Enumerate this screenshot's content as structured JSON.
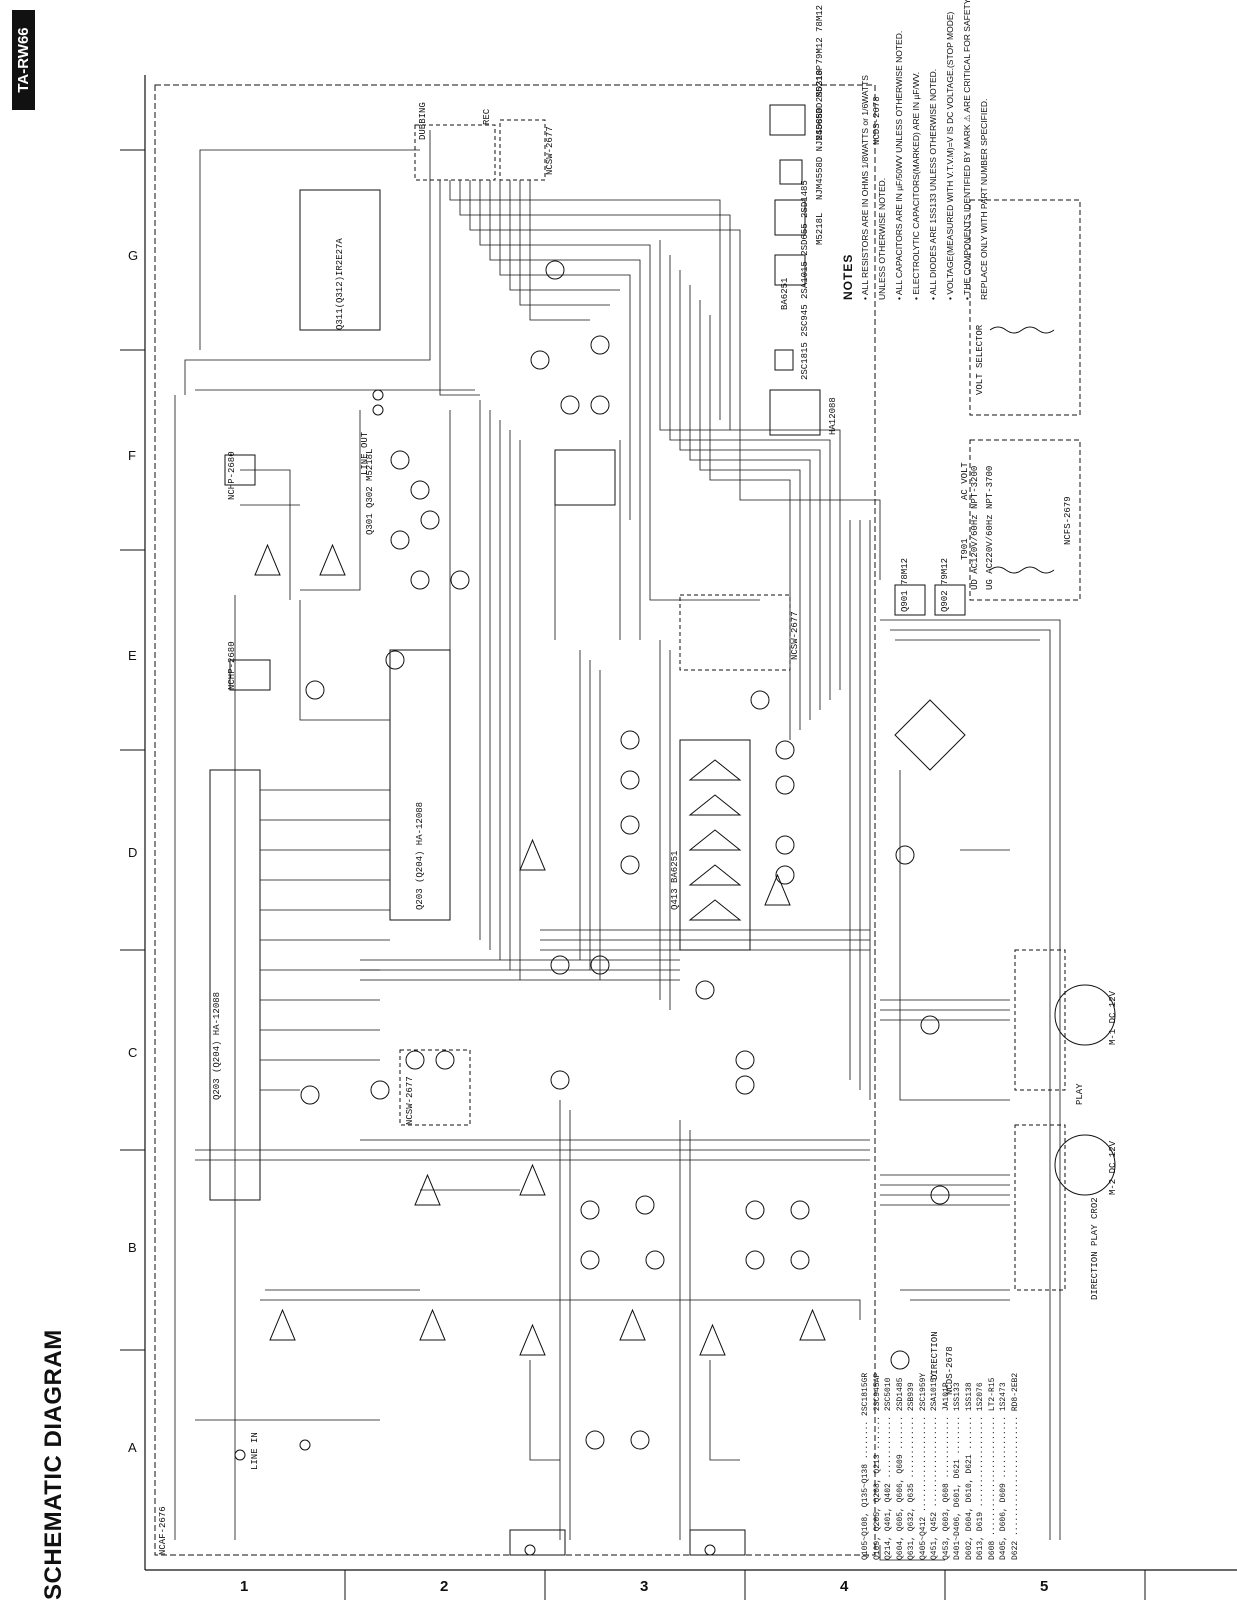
{
  "title": "SCHEMATIC DIAGRAM",
  "model": "TA-RW66",
  "grid": {
    "rows": [
      "1",
      "2",
      "3",
      "4",
      "5"
    ],
    "cols": [
      "A",
      "B",
      "C",
      "D",
      "E",
      "F",
      "G"
    ]
  },
  "boards": {
    "ncaf": "NCAF-2676",
    "ncds_top": "NCDS-2678",
    "ncsw_top": "NCSW-2677",
    "nchp_f": "NCHP-2680",
    "nchp_e": "NCHP-2680",
    "ncsw_mid": "NCSW-2677",
    "ncsw_low": "NCSW-2677",
    "ncfs": "NCFS-2679",
    "ncds_bottom": "NCDS-2678"
  },
  "ic_labels": {
    "q203": "Q203 (Q204) HA-12088",
    "q203b": "Q203 (Q204) HA-12088",
    "q311": "Q311(Q312)IR2E27A",
    "q413": "Q413 BA6251",
    "q901": "Q901 78M12",
    "q902": "Q902 79M12",
    "ha12088": "HA12088",
    "q301": "Q301 Q302 M5218L"
  },
  "io_labels": {
    "line_in": "LINE IN",
    "line_out": "LINE OUT",
    "dubbing": "DUBBING",
    "rec": "REC",
    "play": "PLAY",
    "motor1": "M-1 DC 12V",
    "motor2": "M-2 DC 12V",
    "direction": "DIRECTION",
    "direction_play_cue": "DIRECTION PLAY CRO2",
    "volt_selector": "VOLT SELECTOR",
    "ac_volt": "AC VOLT",
    "t901": "T901"
  },
  "notes": {
    "header": "NOTES",
    "items": [
      "• ALL RESISTORS ARE IN OHMS 1/8WATTS or 1/6WATTS",
      "   UNLESS OTHERWISE NOTED.",
      "• ALL CAPACITORS ARE IN µF/50WV UNLESS OTHERWISE NOTED.",
      "• ELECTROLYTIC CAPACITORS(MARKED) ARE IN µF/WV.",
      "• ALL DIODES ARE 1SS133 UNLESS OTHERWISE NOTED.",
      "• VOLTAGE(MEASURED WITH V.T.V.M)=V IS DC VOLTAGE.(STOP MODE)",
      "• THE COMPONENTS IDENTIFIED BY MARK ⚠ ARE CRITICAL FOR SAFETY.",
      "   REPLACE ONLY WITH PART NUMBER SPECIFIED."
    ]
  },
  "transistor_list": [
    "Q105~Q108, Q135~Q138 ........ 2SC1815GR",
    "Q109, Q205, Q208, Q213 ....... 2SC945AP",
    "Q214, Q401, Q402 ............. 2SC5010",
    "Q604, Q605, Q606, Q609 ....... 2SD1485",
    "Q631, Q632, Q635 ............. 2SB939",
    "Q405~Q412 .................... 2SC1959Y",
    "Q451, Q452 ................... 2SA1015Y",
    "Q453, Q603, Q608 ............. JA101P",
    "D401~D406, D601, D621 ........ 1SS133",
    "D602, D604, D610, D621 ....... 1SS138",
    "D613, D619 ................... 1S2076",
    "D608 ......................... LT2-R15",
    "D405, D606, D609 ............. 1S2473",
    "D622 ......................... RD8-2EB2"
  ],
  "part_pinouts": [
    "2SD880 2SD310 79M12 78M12",
    "NJM4558D NJM4565DD M5218P",
    "M5218L",
    "BA6251",
    "2SC1815 2SC945 2SA1015 2SD655 2SD1485"
  ],
  "ac_table": {
    "head": [
      "AC VOLT",
      "T901"
    ],
    "rows": [
      [
        "UD",
        "AC120V/60Hz",
        "NPT-3200"
      ],
      [
        "UG",
        "AC220V/60Hz",
        "NPT-3700"
      ]
    ]
  }
}
